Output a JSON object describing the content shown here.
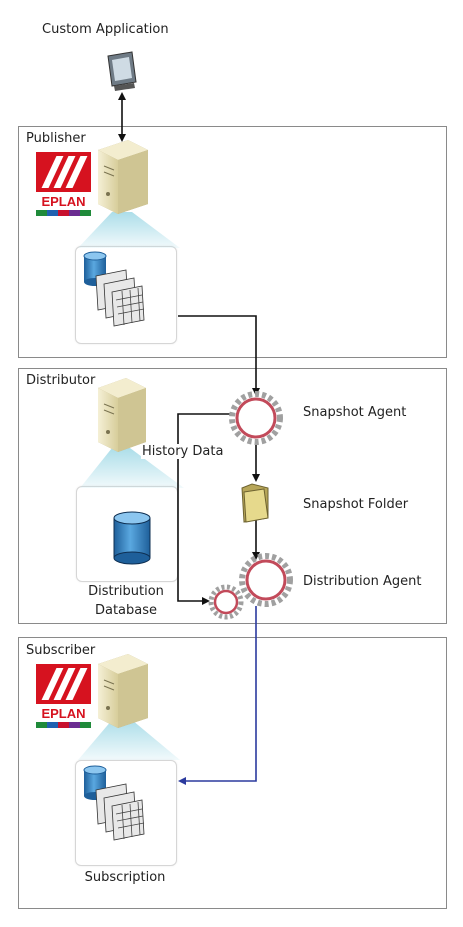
{
  "top": {
    "label": "Custom Application"
  },
  "publisher": {
    "title": "Publisher"
  },
  "distributor": {
    "title": "Distributor",
    "history_label": "History Data",
    "database_label_line1": "Distribution",
    "database_label_line2": "Database"
  },
  "subscriber": {
    "title": "Subscriber",
    "subscription_label": "Subscription"
  },
  "agents": {
    "snapshot_agent": "Snapshot Agent",
    "snapshot_folder": "Snapshot Folder",
    "distribution_agent": "Distribution Agent"
  },
  "logo": {
    "brand": "EPLAN"
  },
  "colors": {
    "eplan_red": "#d6121f",
    "connector": "#111111",
    "subscription_connector": "#2b3a9e",
    "gear_ring": "#c24a5a",
    "gear_body": "#a8a8a8",
    "server_body": "#e9e1b8",
    "db_blue": "#3b8ac8",
    "folder": "#d8c67a",
    "beam": "#a8dce8"
  }
}
